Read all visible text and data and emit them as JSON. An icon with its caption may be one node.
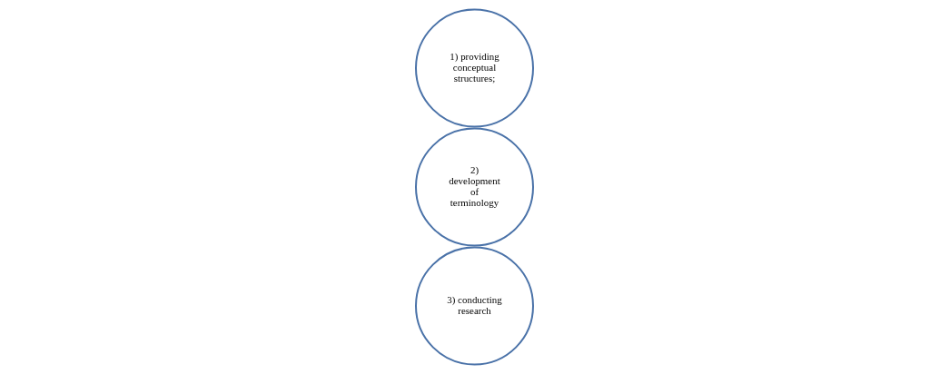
{
  "diagram": {
    "nodes": [
      {
        "text": [
          "1) providing conceptual structures;"
        ]
      },
      {
        "text": [
          "2) development of terminology"
        ]
      },
      {
        "text": [
          "3) conducting research"
        ]
      }
    ]
  }
}
